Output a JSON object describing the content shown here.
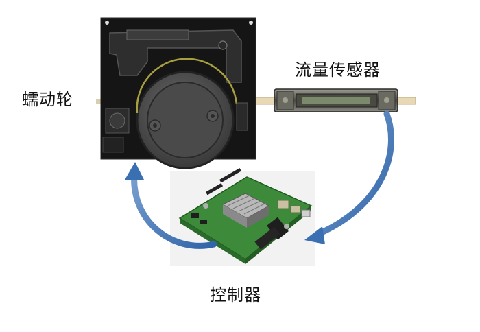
{
  "labels": {
    "pump": "蠕动轮",
    "flow_sensor": "流量传感器",
    "controller": "控制器"
  },
  "colors": {
    "arrow": "#3f73b5",
    "pump_body": "#151515",
    "pcb_green": "#3c8a3a",
    "tube": "#e8d9b4"
  }
}
